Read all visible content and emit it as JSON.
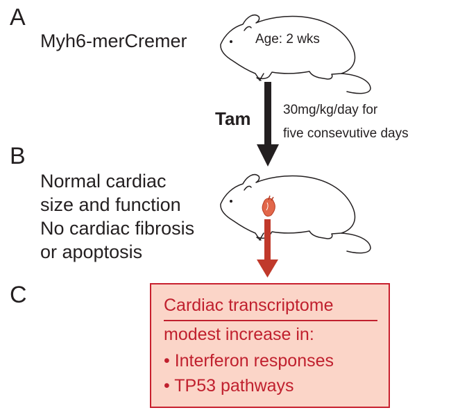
{
  "panels": {
    "a": {
      "letter": "A",
      "strain": "Myh6-merCremer",
      "age_label": "Age: 2 wks"
    },
    "treatment": {
      "drug": "Tam",
      "dose_line1": "30mg/kg/day for",
      "dose_line2": "five consevutive days"
    },
    "b": {
      "letter": "B",
      "lines": [
        "Normal cardiac",
        "size and function",
        "No cardiac fibrosis",
        "or apoptosis"
      ]
    },
    "c": {
      "letter": "C",
      "box_title": "Cardiac transcriptome",
      "box_subtitle": "modest increase in:",
      "bullets": [
        "• Interferon responses",
        "• TP53 pathways"
      ]
    }
  },
  "colors": {
    "black_arrow": "#231f20",
    "red_arrow": "#c0392b",
    "box_border": "#c8202e",
    "box_fill": "#fbd5c8",
    "red_text": "#c0202e",
    "heart": "#e2674a"
  },
  "icons": [
    "mouse-icon",
    "mouse-icon",
    "heart-icon"
  ]
}
